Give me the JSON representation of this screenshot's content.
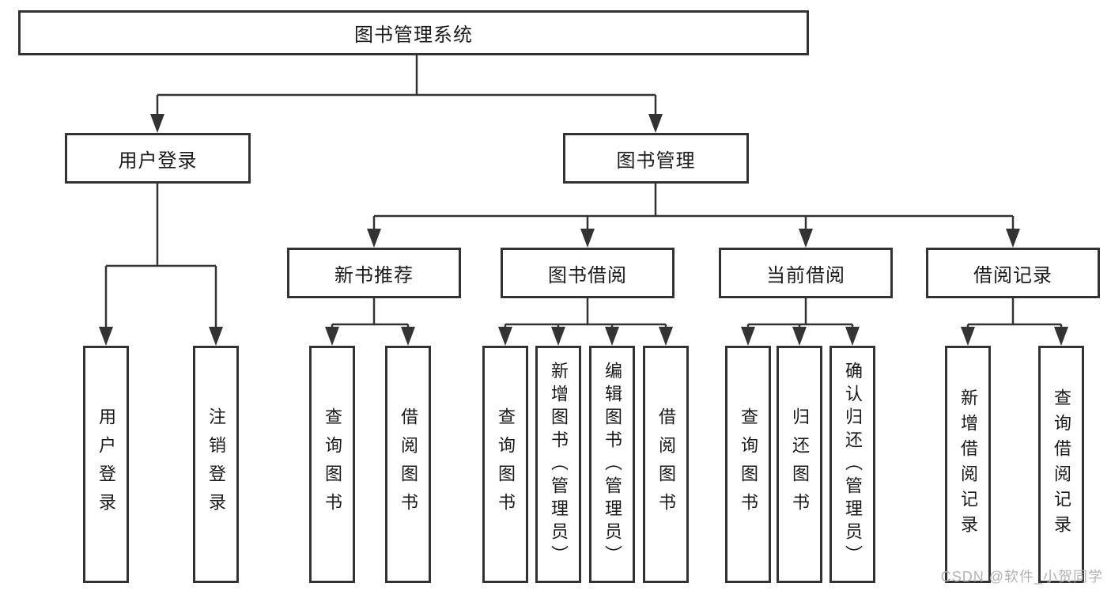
{
  "nodes": {
    "root": {
      "label": "图书管理系统"
    },
    "level2": [
      {
        "label": "用户登录"
      },
      {
        "label": "图书管理"
      }
    ],
    "level3": [
      {
        "label": "新书推荐"
      },
      {
        "label": "图书借阅"
      },
      {
        "label": "当前借阅"
      },
      {
        "label": "借阅记录"
      }
    ],
    "leaves": {
      "user_login": [
        "用户登录",
        "注销登录"
      ],
      "new_books": [
        "查询图书",
        "借阅图书"
      ],
      "book_borrow": [
        "查询图书",
        "新增图书（管理员）",
        "编辑图书（管理员）",
        "借阅图书"
      ],
      "current_borrow": [
        "查询图书",
        "归还图书",
        "确认归还（管理员）"
      ],
      "borrow_records": [
        "新增借阅记录",
        "查询借阅记录"
      ]
    }
  },
  "watermark": "CSDN @软件_小贺同学",
  "colors": {
    "line": "#333333",
    "box_border": "#333333",
    "text": "#1a1a1a",
    "background": "#ffffff",
    "watermark": "#b3b3b3"
  }
}
